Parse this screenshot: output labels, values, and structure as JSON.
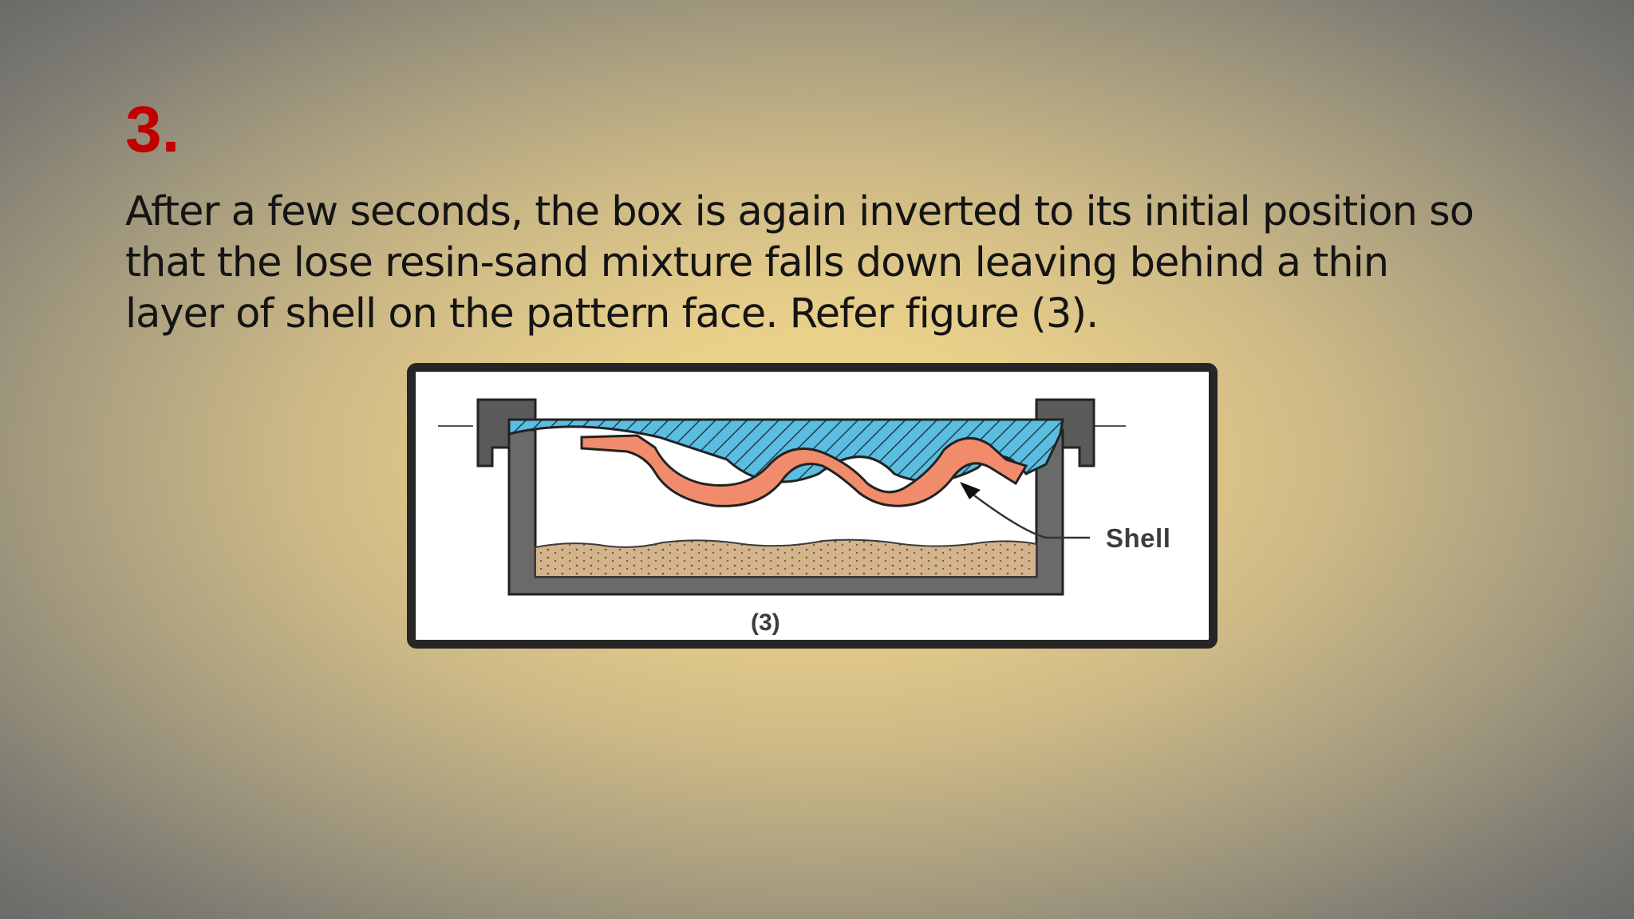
{
  "slide": {
    "number": "3.",
    "paragraph": "After a few seconds, the box is again inverted to its initial position so that the lose resin-sand mixture falls down leaving behind a thin layer of shell on the pattern face. Refer figure (3)."
  },
  "figure": {
    "shell_label": "Shell",
    "caption": "(3)"
  },
  "colors": {
    "number": "#c00000",
    "pattern": "#5bbde0",
    "shell": "#f08c6c",
    "sand": "#d4b48c",
    "box": "#5a5a5a"
  }
}
